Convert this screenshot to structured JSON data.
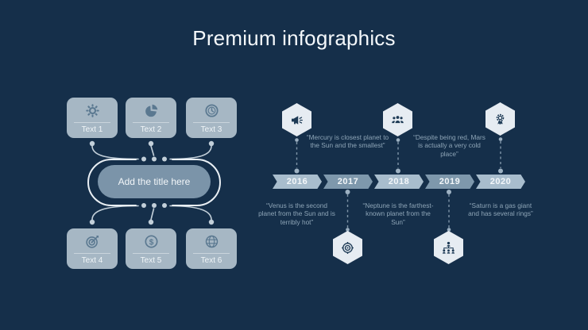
{
  "slide": {
    "title": "Premium infographics"
  },
  "left_diagram": {
    "center_label": "Add the title here",
    "boxes": [
      {
        "label": "Text 1",
        "icon": "gear-icon"
      },
      {
        "label": "Text 2",
        "icon": "pie-chart-icon"
      },
      {
        "label": "Text 3",
        "icon": "clock-icon"
      },
      {
        "label": "Text 4",
        "icon": "target-arrow-icon"
      },
      {
        "label": "Text 5",
        "icon": "dollar-coin-icon"
      },
      {
        "label": "Text 6",
        "icon": "globe-icon"
      }
    ]
  },
  "timeline": {
    "milestones": [
      {
        "year": "2016",
        "icon": "megaphone-icon",
        "icon_position": "top",
        "quote": "“Venus is the second planet from the Sun and is terribly hot”",
        "quote_position": "below"
      },
      {
        "year": "2017",
        "icon": "target-icon",
        "icon_position": "bottom",
        "quote": "“Mercury is closest planet to the Sun and the smallest”",
        "quote_position": "above"
      },
      {
        "year": "2018",
        "icon": "team-icon",
        "icon_position": "top",
        "quote": "“Neptune is the farthest-known planet from the Sun”",
        "quote_position": "below"
      },
      {
        "year": "2019",
        "icon": "hierarchy-icon",
        "icon_position": "bottom",
        "quote": "“Despite being red, Mars is actually a very cold place”",
        "quote_position": "above"
      },
      {
        "year": "2020",
        "icon": "award-badge-icon",
        "icon_position": "top",
        "quote": "“Saturn is a gas giant and has several rings”",
        "quote_position": "below"
      }
    ]
  },
  "colors": {
    "background": "#152f4a",
    "title_text": "#f4f8fb",
    "box_fill": "#a6b7c4",
    "box_icon": "#5a7890",
    "pill_fill": "#7b94a9",
    "pill_outline": "#e9eff4",
    "connector": "#c2cfd9",
    "banner_light": "#a8bdcd",
    "banner_dark": "#7e98ac",
    "hexagon_fill": "#e6ecf2",
    "hexagon_icon": "#1d3a55",
    "quote_text": "#8ea5b7"
  }
}
